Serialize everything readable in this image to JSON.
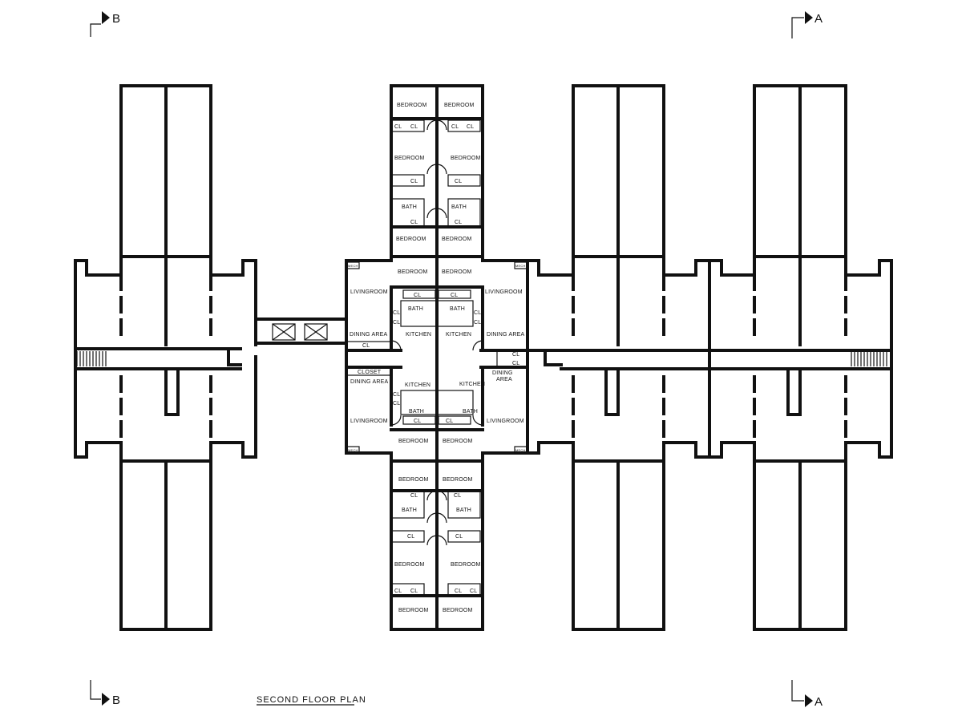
{
  "drawing": {
    "title": "SECOND FLOOR PLAN",
    "section_markers": [
      "B",
      "A",
      "B",
      "A"
    ]
  },
  "labels": {
    "bedroom": "BEDROOM",
    "bed_room": "BEDROOM",
    "cl": "CL",
    "bath": "BATH",
    "livingroom": "LIVINGROOM",
    "dining_area": "DINING AREA",
    "dining": "DINING",
    "area": "AREA",
    "kitchen": "KITCHEN",
    "closet": "CLOSET",
    "mech": "MECH"
  },
  "colors": {
    "ink": "#111111",
    "paper": "#ffffff"
  }
}
